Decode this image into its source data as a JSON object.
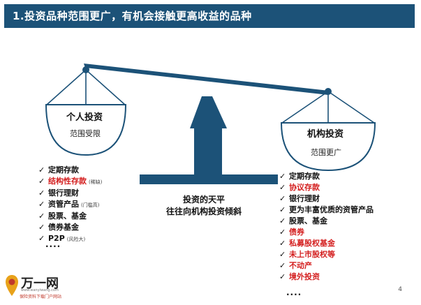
{
  "title": "1.投资品种范围更广，有机会接触更高收益的品种",
  "colors": {
    "primary": "#1c5278",
    "red": "#d42020"
  },
  "left_pan": {
    "title": "个人投资",
    "subtitle": "范围受限"
  },
  "right_pan": {
    "title": "机构投资",
    "subtitle": "范围更广"
  },
  "center": {
    "line1": "投资的天平",
    "line2": "往往向机构投资倾斜"
  },
  "left_items": [
    {
      "label": "定期存款",
      "note": "",
      "red": false
    },
    {
      "label": "结构性存款",
      "note": "(稀缺)",
      "red": true
    },
    {
      "label": "银行理财",
      "note": "",
      "red": false
    },
    {
      "label": "资管产品",
      "note": "(门槛高)",
      "red": false
    },
    {
      "label": "股票、基金",
      "note": "",
      "red": false
    },
    {
      "label": "债券基金",
      "note": "",
      "red": false
    },
    {
      "label": "P2P",
      "note": "(风险大)",
      "red": false
    }
  ],
  "left_more": "....",
  "right_items": [
    {
      "label": "定期存款",
      "red": false
    },
    {
      "label": "协议存款",
      "red": true
    },
    {
      "label": "银行理财",
      "red": false
    },
    {
      "label": "更为丰富优质的资管产品",
      "red": false
    },
    {
      "label": "股票、基金",
      "red": false
    },
    {
      "label": "债券",
      "red": true
    },
    {
      "label": "私募股权基金",
      "red": true
    },
    {
      "label": "未上市股权等",
      "red": true
    },
    {
      "label": "不动产",
      "red": true
    },
    {
      "label": "境外投资",
      "red": true
    }
  ],
  "right_more": "....",
  "check_mark": "✓",
  "page_number": "4",
  "logo": {
    "name": "万一网",
    "url": "www.wanyiwang.com",
    "tagline": "保险资料下载门户网站"
  }
}
